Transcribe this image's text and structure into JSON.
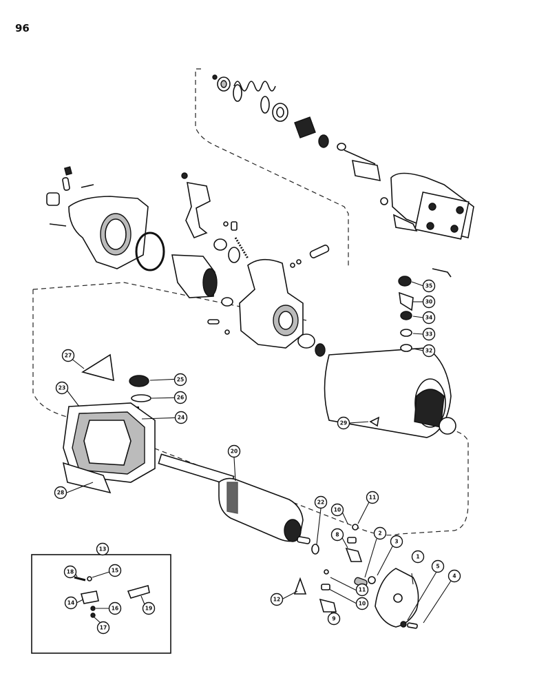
{
  "page": {
    "number": "96"
  },
  "diagram": {
    "callouts": [
      {
        "id": "1",
        "label": "1"
      },
      {
        "id": "2",
        "label": "2"
      },
      {
        "id": "3",
        "label": "3"
      },
      {
        "id": "4",
        "label": "4"
      },
      {
        "id": "5",
        "label": "5"
      },
      {
        "id": "8",
        "label": "8"
      },
      {
        "id": "9",
        "label": "9"
      },
      {
        "id": "10a",
        "label": "10"
      },
      {
        "id": "10b",
        "label": "10"
      },
      {
        "id": "11a",
        "label": "11"
      },
      {
        "id": "11b",
        "label": "11"
      },
      {
        "id": "12",
        "label": "12"
      },
      {
        "id": "13",
        "label": "13"
      },
      {
        "id": "14",
        "label": "14"
      },
      {
        "id": "15",
        "label": "15"
      },
      {
        "id": "16",
        "label": "16"
      },
      {
        "id": "17",
        "label": "17"
      },
      {
        "id": "18",
        "label": "18"
      },
      {
        "id": "19",
        "label": "19"
      },
      {
        "id": "20",
        "label": "20"
      },
      {
        "id": "22",
        "label": "22"
      },
      {
        "id": "23",
        "label": "23"
      },
      {
        "id": "24",
        "label": "24"
      },
      {
        "id": "25",
        "label": "25"
      },
      {
        "id": "26",
        "label": "26"
      },
      {
        "id": "27",
        "label": "27"
      },
      {
        "id": "28",
        "label": "28"
      },
      {
        "id": "29",
        "label": "29"
      },
      {
        "id": "30",
        "label": "30"
      },
      {
        "id": "32",
        "label": "32"
      },
      {
        "id": "33",
        "label": "33"
      },
      {
        "id": "34",
        "label": "34"
      },
      {
        "id": "35",
        "label": "35"
      }
    ]
  }
}
